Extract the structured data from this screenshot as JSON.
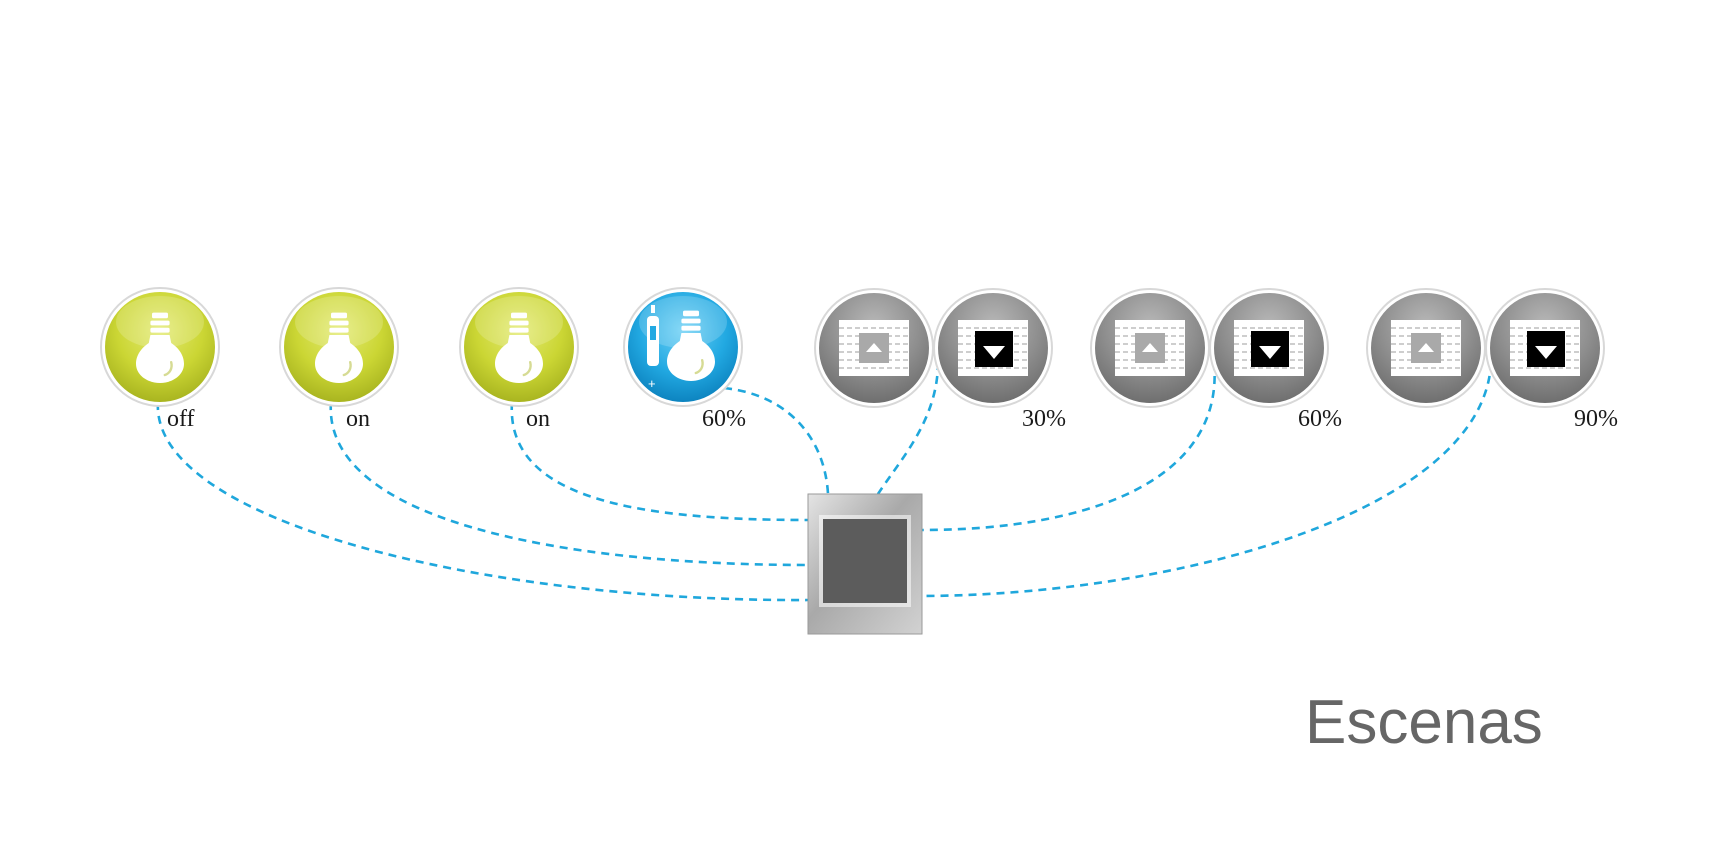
{
  "title": "Escenas",
  "colors": {
    "wire": "#1fa7dc",
    "lamp": "#c8d42e",
    "dimmer": "#1ea8e0",
    "shutter": "#8a8a8a",
    "switch_frame": "#b5b5b5",
    "switch_key": "#5c5c5c"
  },
  "devices": [
    {
      "kind": "lamp",
      "icon": "lightbulb-icon",
      "state": "off"
    },
    {
      "kind": "lamp",
      "icon": "lightbulb-icon",
      "state": "on"
    },
    {
      "kind": "lamp",
      "icon": "lightbulb-icon",
      "state": "on"
    },
    {
      "kind": "dimmer",
      "icon": "dimmer-lightbulb-icon",
      "state": "60%"
    },
    {
      "kind": "shutter",
      "icons": [
        "shutter-up-icon",
        "shutter-down-icon"
      ],
      "state": "30%"
    },
    {
      "kind": "shutter",
      "icons": [
        "shutter-up-icon",
        "shutter-down-icon"
      ],
      "state": "60%"
    },
    {
      "kind": "shutter",
      "icons": [
        "shutter-up-icon",
        "shutter-down-icon"
      ],
      "state": "90%"
    }
  ],
  "switch": {
    "icon": "scene-switch-icon"
  }
}
